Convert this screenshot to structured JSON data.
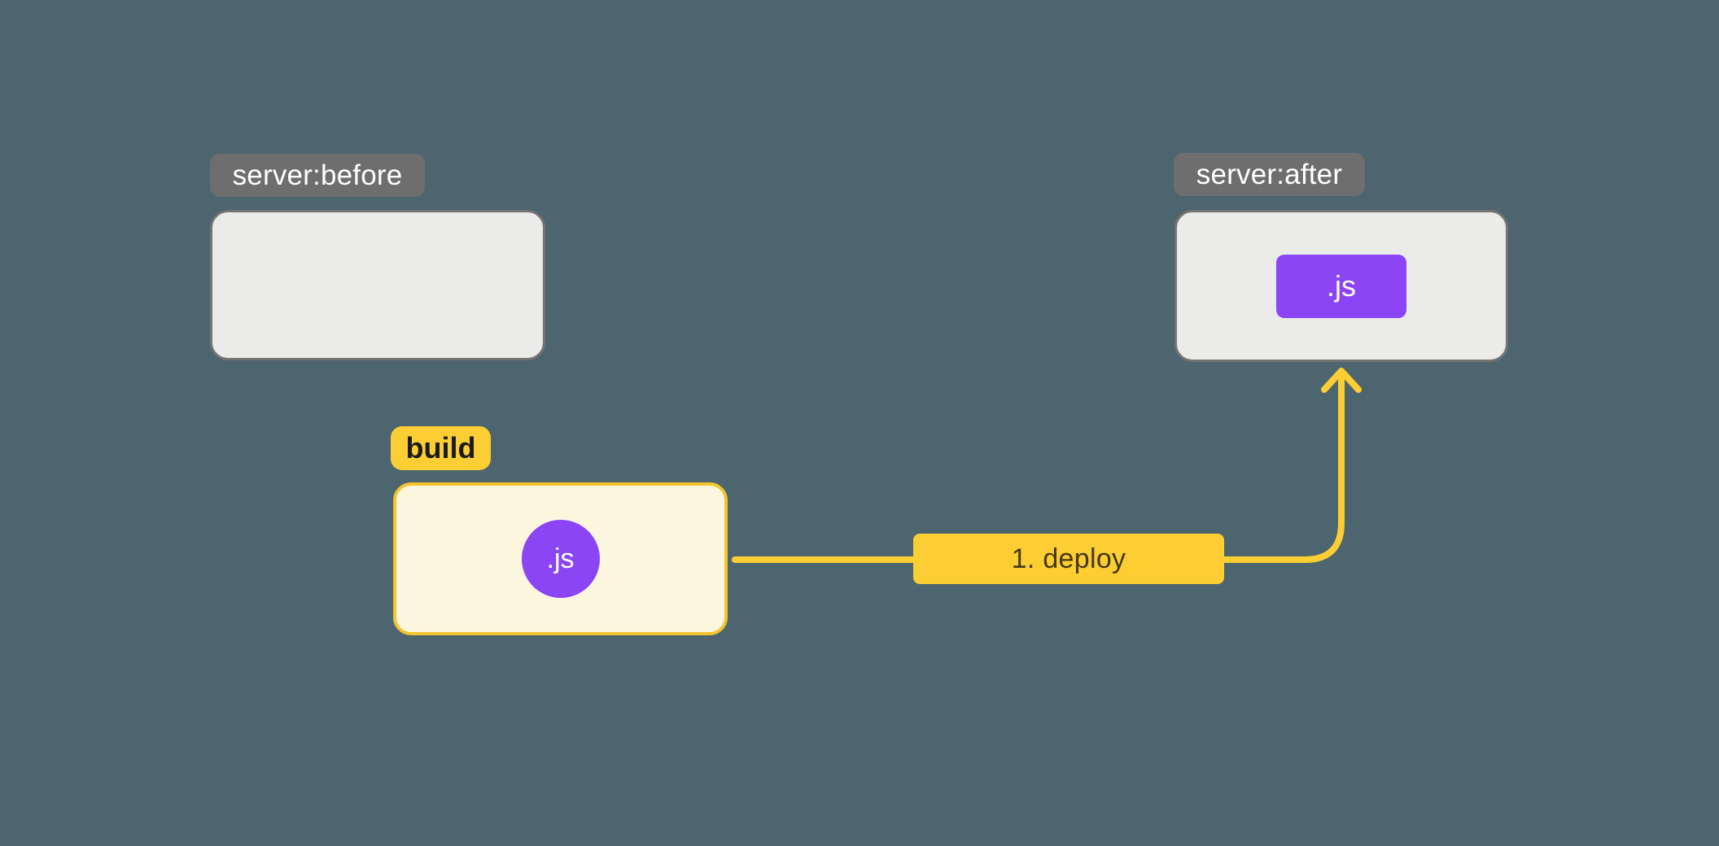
{
  "theme": {
    "background": "#4C656F",
    "badge_gray": "#6F6E6E",
    "box_gray_fill": "#EBEBEA",
    "box_gray_border": "#757371",
    "purple": "#8B45F5",
    "yellow": "#FCCE33",
    "yellow_border": "#F3C42E",
    "cream": "#FDF6DF",
    "deploy_text": "#45380E",
    "build_text": "#1B1B1B",
    "white": "#FFFFFF"
  },
  "nodes": {
    "server_before": {
      "badge": "server:before"
    },
    "server_after": {
      "badge": "server:after",
      "file": ".js"
    },
    "build": {
      "badge": "build",
      "file": ".js"
    }
  },
  "edges": {
    "deploy": {
      "label": "1. deploy"
    }
  }
}
